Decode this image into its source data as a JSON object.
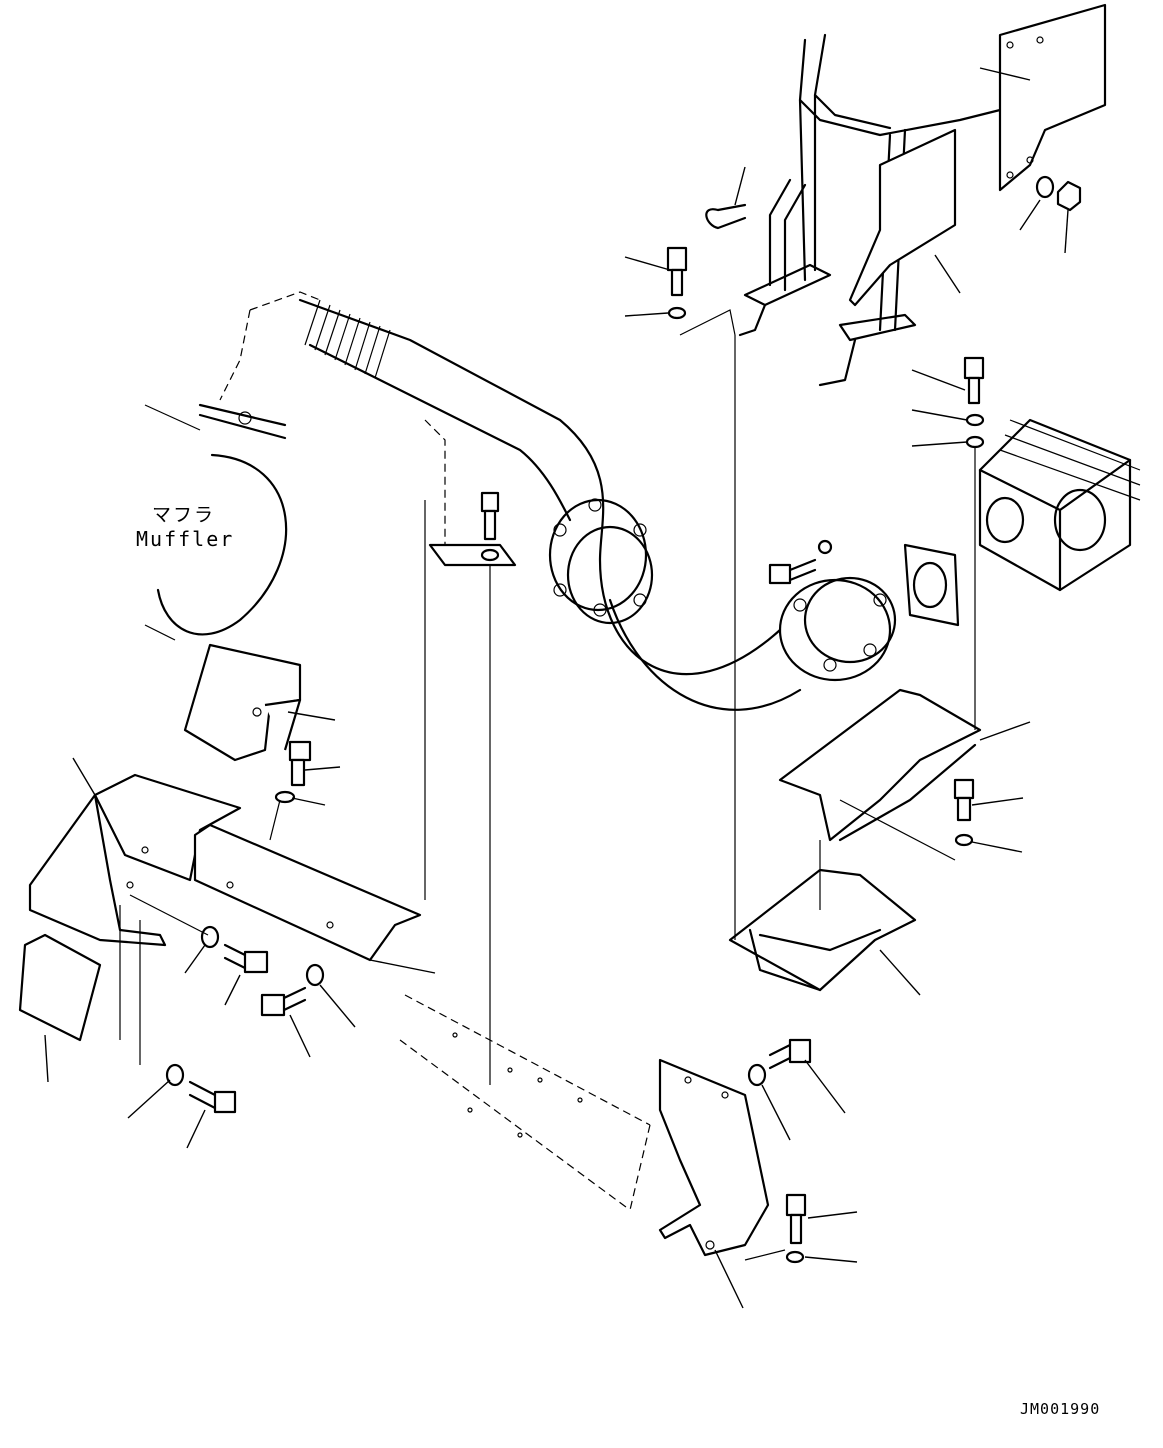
{
  "labels": {
    "muffler_jp": "マフラ",
    "muffler_en": "Muffler",
    "drawing_code": "JM001990"
  },
  "colors": {
    "line": "#000000",
    "background": "#ffffff"
  }
}
